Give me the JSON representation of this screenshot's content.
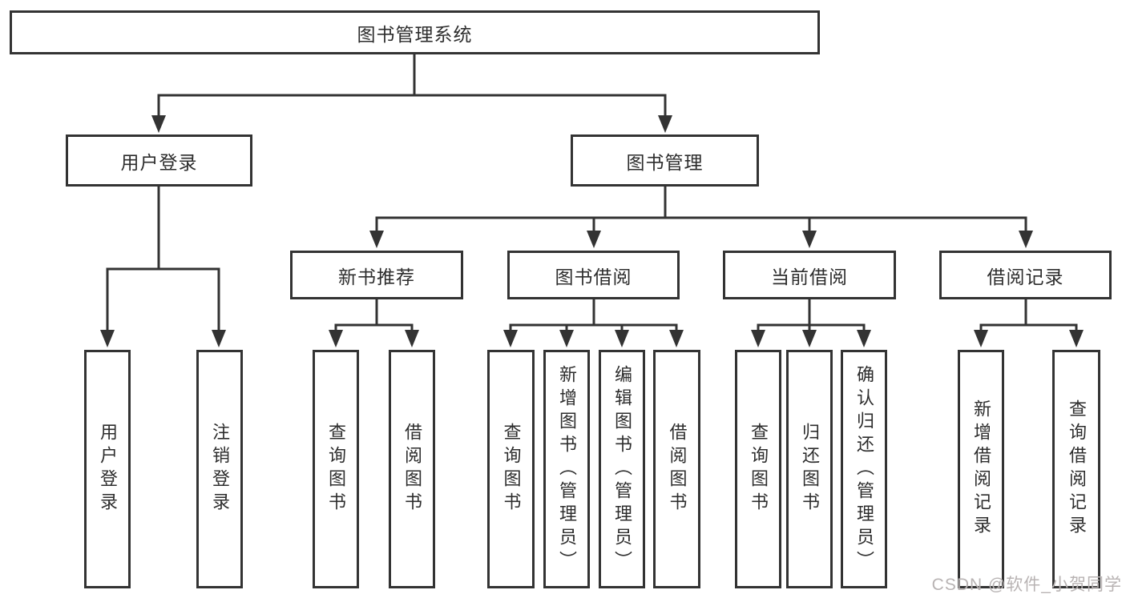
{
  "diagram": {
    "type": "hierarchy-tree",
    "colors": {
      "line": "#333333",
      "box_border": "#333333",
      "text": "#2d2d2d",
      "background": "#ffffff",
      "watermark": "#b8b3b3"
    },
    "tree": {
      "label": "图书管理系统",
      "children": [
        {
          "label": "用户登录",
          "children": [
            {
              "label": "用户登录"
            },
            {
              "label": "注销登录"
            }
          ]
        },
        {
          "label": "图书管理",
          "children": [
            {
              "label": "新书推荐",
              "children": [
                {
                  "label": "查询图书"
                },
                {
                  "label": "借阅图书"
                }
              ]
            },
            {
              "label": "图书借阅",
              "children": [
                {
                  "label": "查询图书"
                },
                {
                  "label": "新增图书（管理员）"
                },
                {
                  "label": "编辑图书（管理员）"
                },
                {
                  "label": "借阅图书"
                }
              ]
            },
            {
              "label": "当前借阅",
              "children": [
                {
                  "label": "查询图书"
                },
                {
                  "label": "归还图书"
                },
                {
                  "label": "确认归还（管理员）"
                }
              ]
            },
            {
              "label": "借阅记录",
              "children": [
                {
                  "label": "新增借阅记录"
                },
                {
                  "label": "查询借阅记录"
                }
              ]
            }
          ]
        }
      ]
    },
    "watermark": {
      "text": "CSDN @软件_小贺同学"
    }
  }
}
